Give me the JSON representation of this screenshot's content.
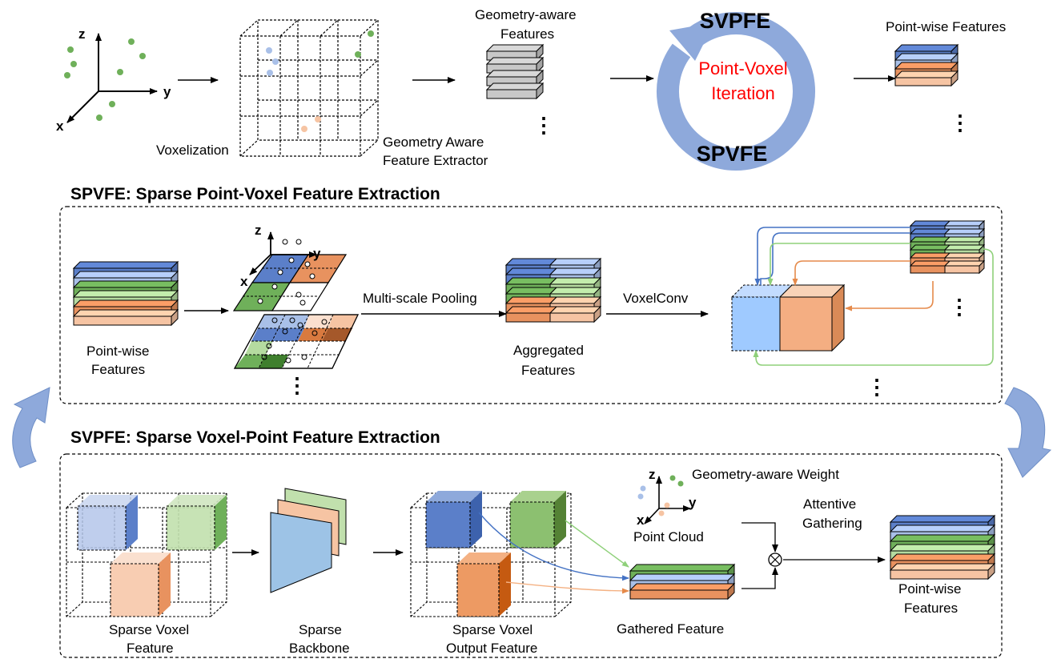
{
  "top": {
    "axis_z": "z",
    "axis_y": "y",
    "axis_x": "x",
    "voxelization": "Voxelization",
    "geometry_features_line1": "Geometry-aware",
    "geometry_features_line2": "Features",
    "extractor_line1": "Geometry Aware",
    "extractor_line2": "Feature Extractor",
    "loop_top": "SVPFE",
    "loop_bottom": "SPVFE",
    "iteration_line1": "Point-Voxel",
    "iteration_line2": "Iteration",
    "pointwise_features": "Point-wise Features",
    "ellipsis": "⋮"
  },
  "spvfe": {
    "title": "SPVFE: Sparse Point-Voxel Feature Extraction",
    "pointwise_line1": "Point-wise",
    "pointwise_line2": "Features",
    "axis_z": "z",
    "axis_y": "y",
    "axis_x": "x",
    "pooling": "Multi-scale Pooling",
    "aggregated_line1": "Aggregated",
    "aggregated_line2": "Features",
    "voxelconv": "VoxelConv",
    "ellipsis": "⋮"
  },
  "svpfe": {
    "title": "SVPFE: Sparse Voxel-Point Feature Extraction",
    "sparse_voxel_line1": "Sparse Voxel",
    "sparse_voxel_line2": "Feature",
    "backbone_line1": "Sparse",
    "backbone_line2": "Backbone",
    "output_line1": "Sparse Voxel",
    "output_line2": "Output Feature",
    "gathered": "Gathered Feature",
    "geo_weight": "Geometry-aware Weight",
    "axis_z": "z",
    "axis_y": "y",
    "axis_x": "x",
    "point_cloud": "Point Cloud",
    "attentive_line1": "Attentive",
    "attentive_line2": "Gathering",
    "pointwise_line1": "Point-wise",
    "pointwise_line2": "Features",
    "multiply_symbol": "⊗"
  },
  "colors": {
    "blue_dark": "#5b7fc9",
    "blue_light": "#a9c0e8",
    "green_dark": "#6fb05a",
    "green_light": "#b5dba0",
    "orange_dark": "#e8925f",
    "orange_light": "#f6c4a3",
    "gray": "#c8c8c8",
    "cycle": "#8ea9db",
    "red_text": "#ff0000"
  }
}
